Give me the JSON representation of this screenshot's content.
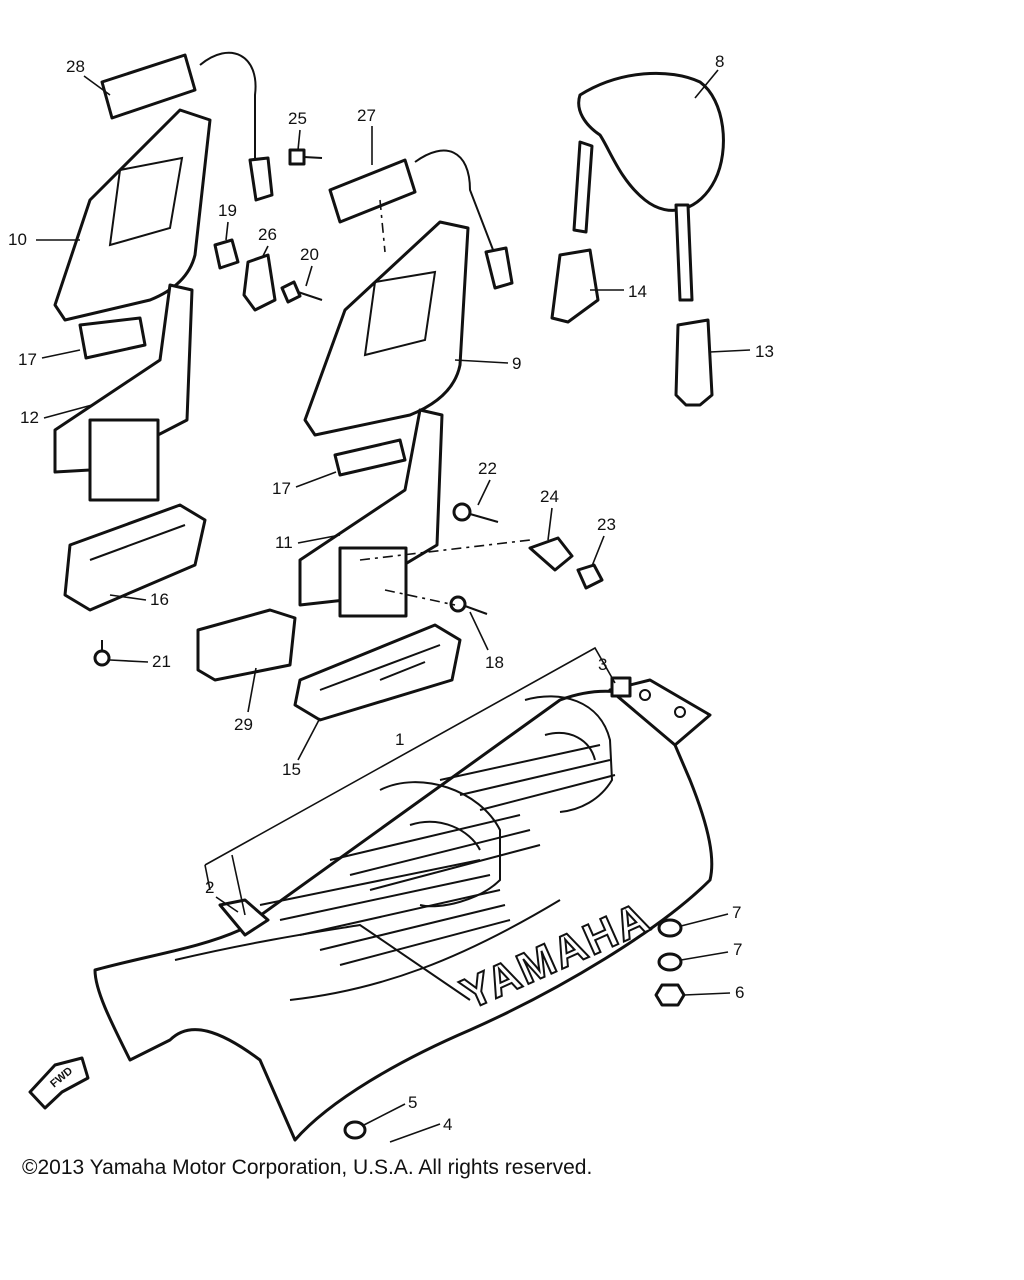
{
  "diagram": {
    "brand_logo_text": "YAMAHA",
    "forward_arrow_text": "FWD",
    "callouts": [
      "1",
      "2",
      "3",
      "4",
      "5",
      "6",
      "7",
      "7",
      "8",
      "9",
      "10",
      "11",
      "12",
      "13",
      "14",
      "15",
      "16",
      "17",
      "17",
      "18",
      "19",
      "20",
      "21",
      "22",
      "23",
      "24",
      "25",
      "26",
      "27",
      "28",
      "29"
    ],
    "line_color": "#111111",
    "background_color": "#ffffff"
  },
  "footer": {
    "copyright": "©2013 Yamaha Motor Corporation, U.S.A. All rights reserved."
  }
}
